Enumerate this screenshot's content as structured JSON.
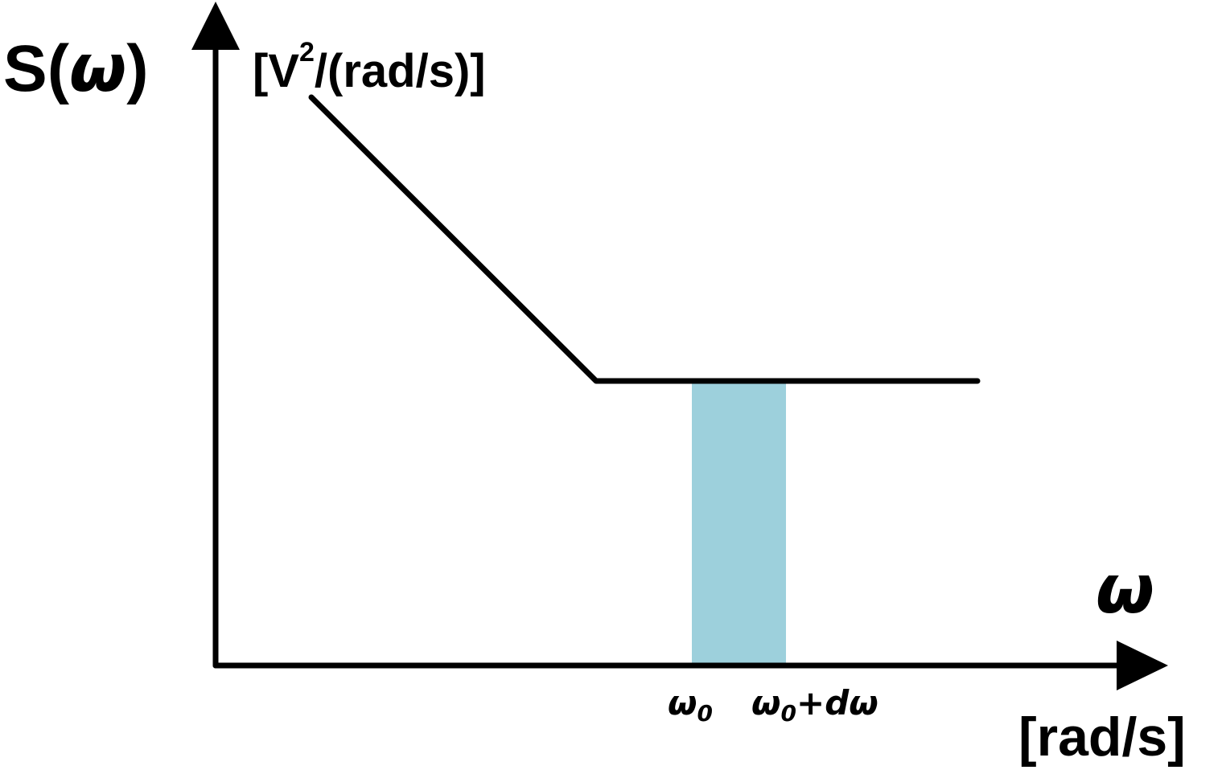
{
  "colors": {
    "band": "#9dd0dc",
    "line": "#000000",
    "background": "#ffffff"
  },
  "y_axis": {
    "symbol_prefix": "S(",
    "symbol_var": "ω",
    "symbol_suffix": ")",
    "unit_open": "[V",
    "unit_sup": "2",
    "unit_close": "/(rad/s)]"
  },
  "x_axis": {
    "symbol": "ω",
    "unit": "[rad/s]"
  },
  "band": {
    "left_label_var": "ω",
    "left_label_sub": "0",
    "right_label_var": "ω",
    "right_label_sub": "0",
    "right_label_suffix": "+dω"
  }
}
